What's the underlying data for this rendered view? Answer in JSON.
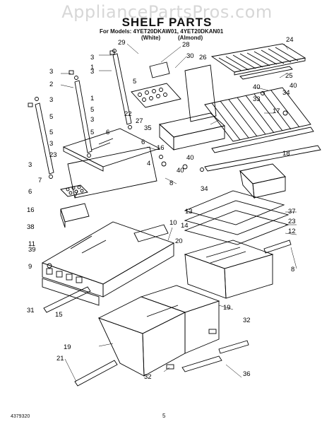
{
  "watermark": "AppliancePartsPros.com",
  "title": "SHELF PARTS",
  "models_line": "For Models: 4YET20DKAW01, 4YET20DKAN01",
  "color_white": "(White)",
  "color_almond": "(Almond)",
  "doc_number": "4379320",
  "page_number": "5",
  "callouts": [
    "29",
    "28",
    "30",
    "24",
    "3",
    "3",
    "1",
    "5",
    "26",
    "25",
    "40",
    "34",
    "40",
    "3",
    "2",
    "3",
    "5",
    "33",
    "17",
    "1",
    "22",
    "27",
    "35",
    "3",
    "5",
    "5",
    "6",
    "3",
    "5",
    "6",
    "18",
    "23",
    "16",
    "4",
    "40",
    "40",
    "3",
    "8",
    "7",
    "34",
    "6",
    "37",
    "13",
    "23",
    "16",
    "38",
    "10",
    "14",
    "12",
    "11",
    "20",
    "39",
    "9",
    "8",
    "19",
    "31",
    "15",
    "19",
    "32",
    "21",
    "32",
    "36"
  ]
}
